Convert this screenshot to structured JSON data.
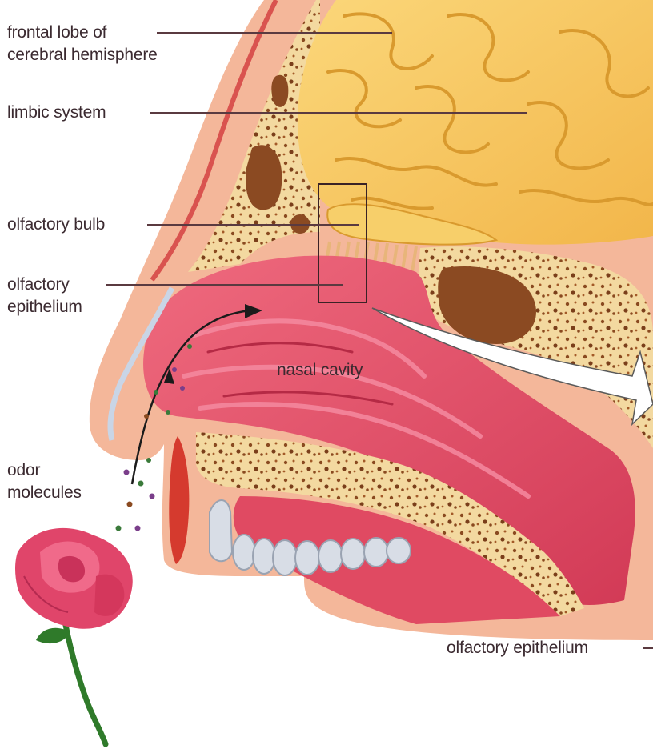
{
  "labels": {
    "frontal_lobe": [
      "frontal lobe of",
      "cerebral hemisphere"
    ],
    "limbic_system": "limbic system",
    "olfactory_bulb": "olfactory bulb",
    "olfactory_epithelium": [
      "olfactory",
      "epithelium"
    ],
    "nasal_cavity": "nasal cavity",
    "odor_molecules": [
      "odor",
      "molecules"
    ],
    "olfactory_epithelium_callout": "olfactory epithelium"
  },
  "colors": {
    "brain": "#f6c357",
    "brain_dark": "#d99a2e",
    "bone": "#f3d9a0",
    "bone_spot": "#8a4a20",
    "skin": "#f4b79a",
    "nasal_tissue": "#e34a63",
    "nasal_dark": "#c8324f",
    "rose": "#e0456a",
    "stem": "#2f7a2a",
    "label_text": "#3b2a30"
  }
}
